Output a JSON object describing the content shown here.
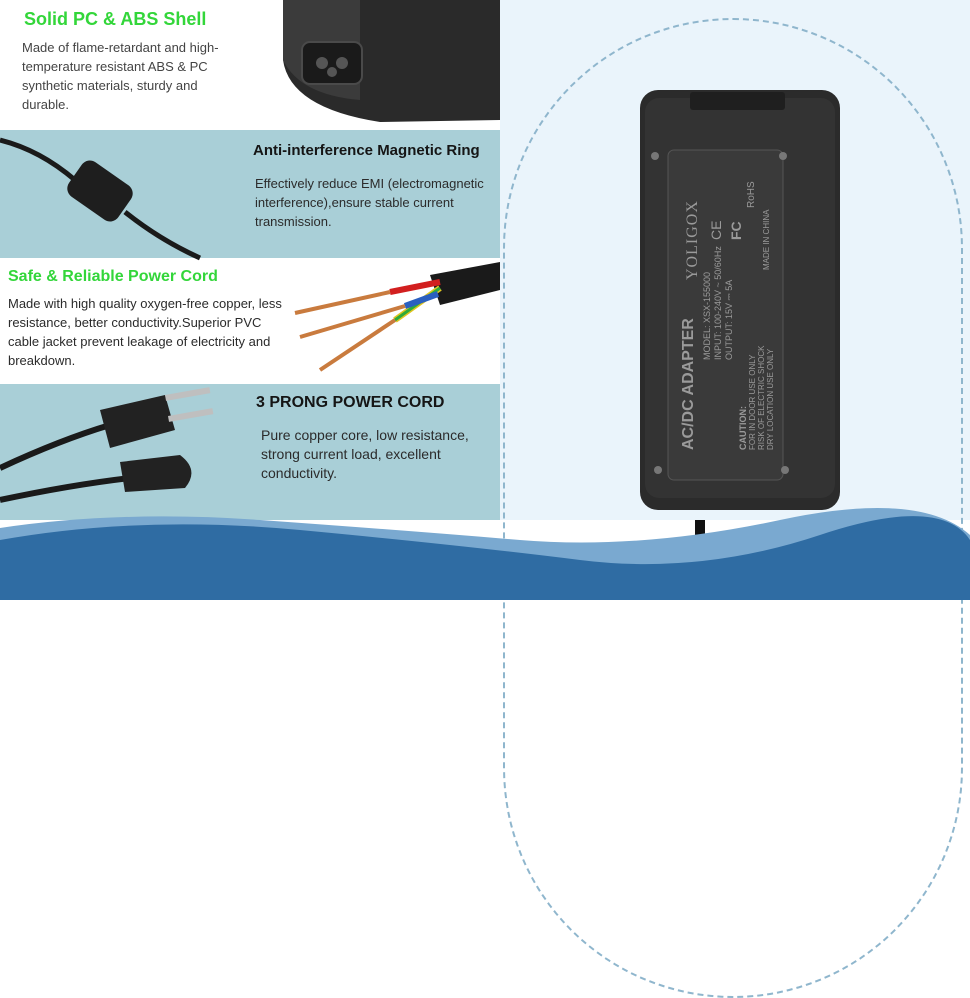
{
  "features": [
    {
      "title": "Solid PC & ABS Shell",
      "description": "Made of flame-retardant and high-temperature resistant ABS & PC synthetic materials, sturdy and durable."
    },
    {
      "title": "Anti-interference Magnetic Ring",
      "description": "Effectively reduce EMI (electromagnetic interference),ensure stable current transmission."
    },
    {
      "title": "Safe & Reliable Power Cord",
      "description": "Made with high quality oxygen-free copper, less resistance, better conductivity.Superior PVC cable jacket prevent leakage of electricity and breakdown."
    },
    {
      "title": "3 PRONG POWER CORD",
      "description": "Pure copper core, low resistance, strong current load, excellent conductivity."
    }
  ],
  "adapter_label": {
    "title": "AC/DC ADAPTER",
    "brand": "YOLIGOX",
    "model": "MODEL: XSX-155000",
    "input": "INPUT: 100-240V ~ 50/60Hz",
    "output": "OUTPUT: 15V ⎓ 5A",
    "caution": "CAUTION:",
    "caution_1": "FOR IN DOOR USE ONLY",
    "caution_2": "RISK OF ELECTRIC SHOCK",
    "caution_3": "DRY LOCATION USE ONLY",
    "rohs": "RoHS",
    "ce": "CE",
    "fc": "FC",
    "origin": "MADE IN CHINA"
  },
  "colors": {
    "accent_green": "#33d63a",
    "panel_blue": "#a9cfd7",
    "wave_dark": "#2f6ca3",
    "wave_light": "#7aa9d0"
  }
}
